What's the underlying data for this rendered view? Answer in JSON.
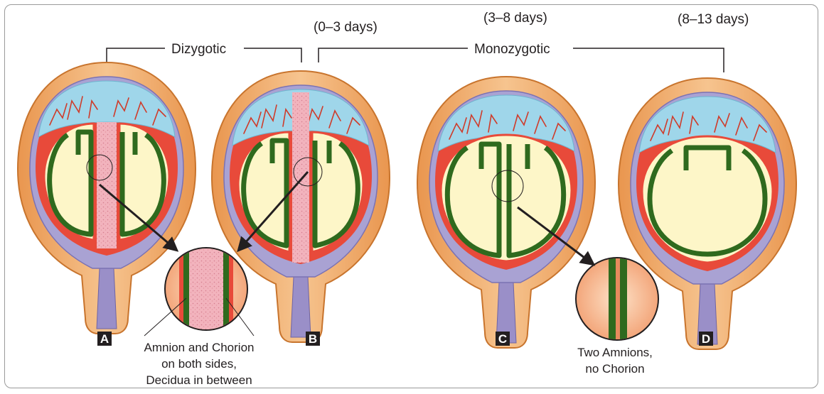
{
  "headers": {
    "time_b": "(0–3 days)",
    "time_c": "(3–8 days)",
    "time_d": "(8–13 days)",
    "dizygotic": "Dizygotic",
    "monozygotic": "Monozygotic"
  },
  "panels": [
    "A",
    "B",
    "C",
    "D"
  ],
  "captions": {
    "dizygotic_inset": [
      "Amnion and Chorion",
      "on both sides,",
      "Decidua in between"
    ],
    "monozygotic_inset": [
      "Two Amnions,",
      "no Chorion"
    ]
  },
  "colors": {
    "uterus": "#f3b67a",
    "uterus_stroke": "#c8742d",
    "placenta": "#9fd6ea",
    "vessels": "#cf3b2a",
    "chorion": "#e84a3a",
    "decidua": "#f2b6c0",
    "cavity": "#fdf6c8",
    "amnion": "#2f6a1e",
    "myometrium": "#9a8fc8",
    "badge": "#231f20"
  }
}
